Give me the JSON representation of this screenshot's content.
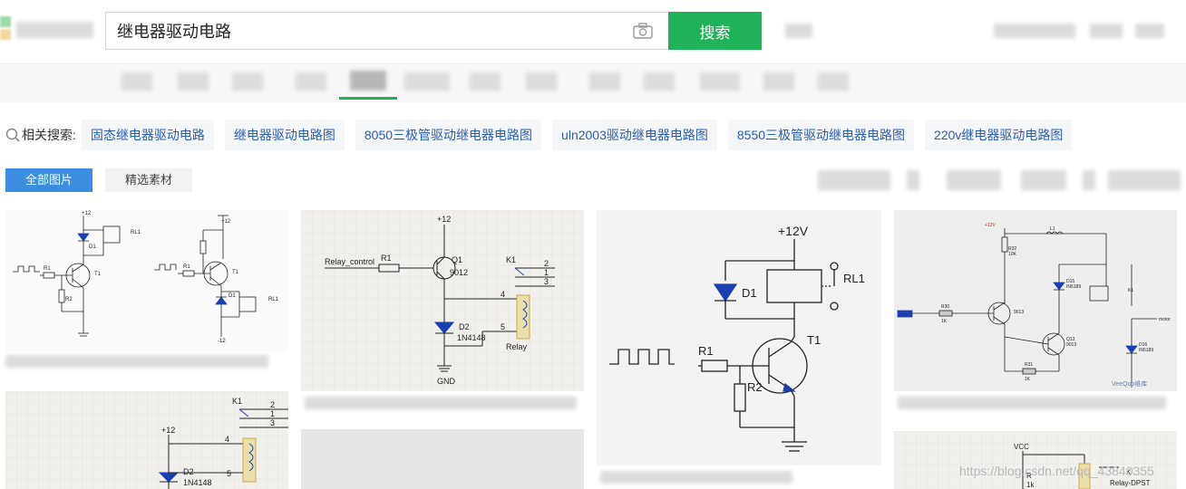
{
  "search": {
    "query": "继电器驱动电路",
    "button_label": "搜索"
  },
  "related": {
    "label": "相关搜索:",
    "items": [
      "固态继电器驱动电路",
      "继电器驱动电路图",
      "8050三极管驱动继电器电路图",
      "uln2003驱动继电器电路图",
      "8550三极管驱动继电器电路图",
      "220v继电器驱动电路图"
    ]
  },
  "filters": {
    "all_label": "全部图片",
    "featured_label": "精选素材"
  },
  "results": {
    "img1": {
      "labels": [
        "+12",
        "D1",
        "RL1",
        "R1",
        "T1",
        "R2",
        "+12",
        "R1",
        "T1",
        "D1",
        "RL1",
        "-12"
      ]
    },
    "img2": {
      "labels": [
        "+12",
        "Relay_control",
        "R1",
        "Q1",
        "9012",
        "K1",
        "2",
        "1",
        "3",
        "4",
        "D2",
        "1N4148",
        "5",
        "Relay",
        "GND"
      ]
    },
    "img3": {
      "labels": [
        "+12V",
        "D1",
        "RL1",
        "R1",
        "T1",
        "R2"
      ]
    },
    "img4": {
      "labels": [
        "+12V",
        "L1",
        "R32",
        "10K",
        "D15",
        "IN5189",
        "K1",
        "R30",
        "1K",
        "9013",
        "Q13",
        "9013",
        "motor",
        "D16",
        "IN5189",
        "R31",
        "1K",
        "VeeQoo维库"
      ]
    },
    "img5": {
      "labels": [
        "K1",
        "2",
        "1",
        "3",
        "4",
        "+12",
        "D2",
        "1N4148",
        "5"
      ]
    },
    "img7": {
      "labels": [
        "VCC",
        "K",
        "Relay-DPST",
        "R",
        "1k"
      ]
    },
    "watermark": "https://blog.csdn.net/qq_43840355"
  },
  "colors": {
    "accent_green": "#20b259",
    "tab_blue": "#3b8de0",
    "link_blue": "#2a5db0",
    "schematic_blue": "#1a3fb0"
  }
}
